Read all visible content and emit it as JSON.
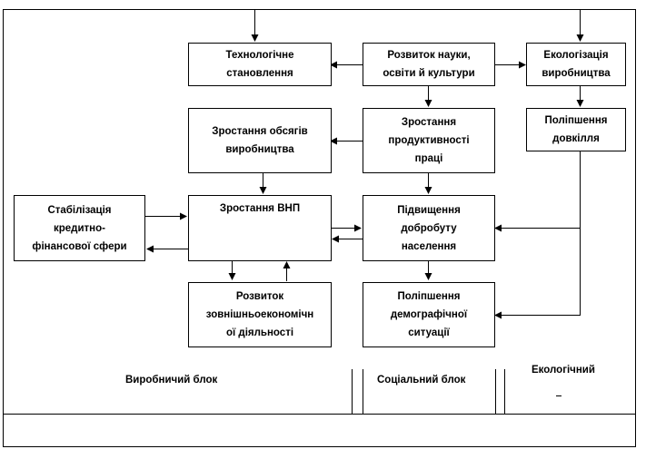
{
  "boxes": {
    "technology": "Технологічне\nстановлення",
    "science": "Розвиток науки,\nосвіти й культури",
    "ecologization": "Екологізація\nвиробництва",
    "production_growth": "Зростання обсягів\nвиробництва",
    "productivity": "Зростання\nпродуктивності\nпраці",
    "environment": "Поліпшення\nдовкілля",
    "credit": "Стабілізація\nкредитно-\nфінансової сфери",
    "gnp": "Зростання ВНП",
    "welfare": "Підвищення\nдобробуту\nнаселення",
    "foreign": "Розвиток\nзовнішньоекономічн\nої діяльності",
    "demography": "Поліпшення\nдемографічної\nситуації"
  },
  "blocks": {
    "production": "Виробничий блок",
    "social": "Соціальний блок",
    "ecological": "Екологічний"
  }
}
